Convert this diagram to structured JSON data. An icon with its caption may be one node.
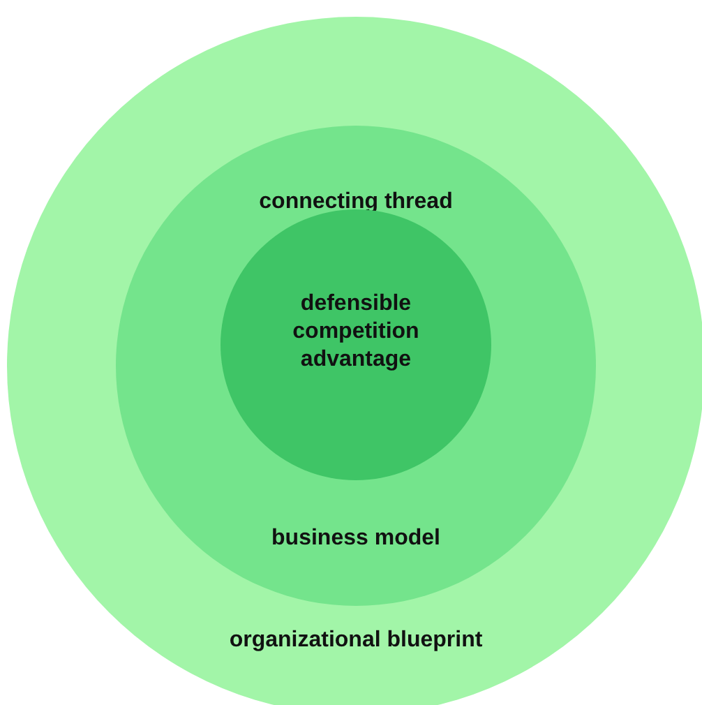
{
  "diagram": {
    "nodes": [
      {
        "text": [
          "organizational blueprint"
        ]
      },
      {
        "text": [
          "connecting thread",
          "business model"
        ],
        "in": 0
      },
      {
        "text": [
          "defensible competition advantage"
        ],
        "in": 1
      }
    ]
  }
}
